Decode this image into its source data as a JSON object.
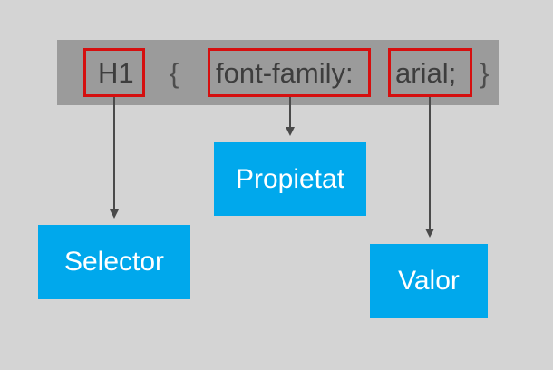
{
  "code": {
    "selector": "H1",
    "open_brace": "{",
    "property": "font-family:",
    "value": "arial;",
    "close_brace": "}"
  },
  "labels": {
    "selector": "Selector",
    "property": "Propietat",
    "value": "Valor"
  },
  "colors": {
    "background": "#d4d4d4",
    "code_bar": "#9b9b9b",
    "highlight": "#d50f0f",
    "label_box": "#00a8ec",
    "arrow": "#4a4a4a"
  }
}
